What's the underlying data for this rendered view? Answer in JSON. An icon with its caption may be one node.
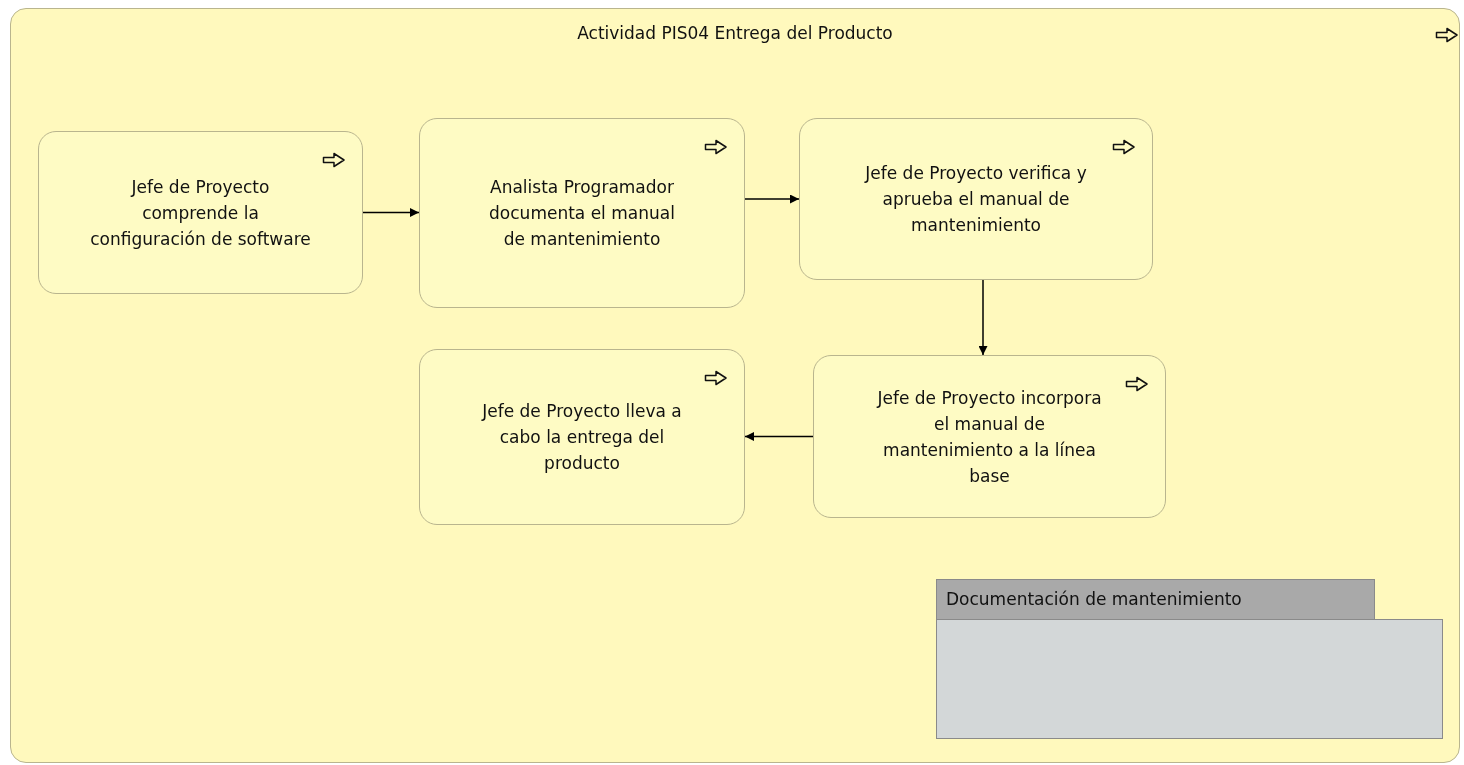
{
  "diagram": {
    "nodes": [
      {
        "text": [
          "Actividad PIS04 Entrega del Producto"
        ]
      },
      {
        "text": [
          "Jefe de Proyecto comprende la configuración de software"
        ],
        "in": 0
      },
      {
        "text": [
          "Analista Programador documenta el manual de mantenimiento"
        ],
        "in": 0
      },
      {
        "text": [
          "Jefe de Proyecto verifica y aprueba el manual de mantenimiento"
        ],
        "in": 0
      },
      {
        "text": [
          "Jefe de Proyecto lleva a cabo la entrega del producto"
        ],
        "in": 0
      },
      {
        "text": [
          "Jefe de Proyecto incorpora el manual de mantenimiento a la línea base"
        ],
        "in": 0
      },
      {
        "text": [
          "Documentación de mantenimiento"
        ],
        "in": 0
      }
    ],
    "edges": [
      {
        "from": 1,
        "to": 2,
        "arrow": "to"
      },
      {
        "from": 2,
        "to": 3,
        "arrow": "to"
      },
      {
        "from": 3,
        "to": 5,
        "arrow": "to"
      },
      {
        "from": 5,
        "to": 4,
        "arrow": "to"
      }
    ]
  }
}
